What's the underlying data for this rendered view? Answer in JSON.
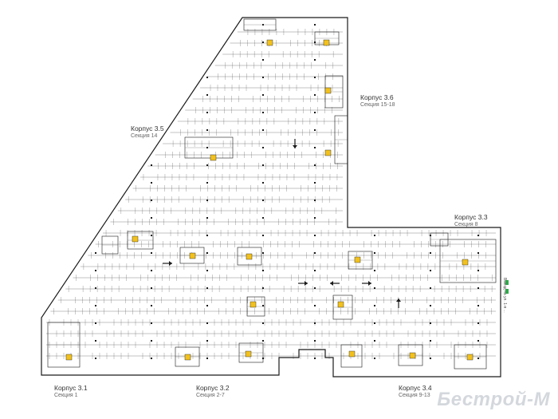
{
  "plan": {
    "buildings": [
      {
        "id": "b36",
        "title": "Корпус 3.6",
        "sections": "Секция 15-18"
      },
      {
        "id": "b35",
        "title": "Корпус 3.5",
        "sections": "Секция 14"
      },
      {
        "id": "b33",
        "title": "Корпус 3.3",
        "sections": "Секция 8"
      },
      {
        "id": "b31",
        "title": "Корпус 3.1",
        "sections": "Секция 1"
      },
      {
        "id": "b32",
        "title": "Корпус 3.2",
        "sections": "Секция 2-7"
      },
      {
        "id": "b34",
        "title": "Корпус 3.4",
        "sections": "Секция 9-13"
      }
    ],
    "watermark": "Бестрой-М",
    "side_note": "Выезд  на ул. 1-я  ...",
    "colors": {
      "wall": "#1a1a1a",
      "line": "#555555",
      "stair": "#f2c11f",
      "accent": "#2eaa4a"
    }
  }
}
